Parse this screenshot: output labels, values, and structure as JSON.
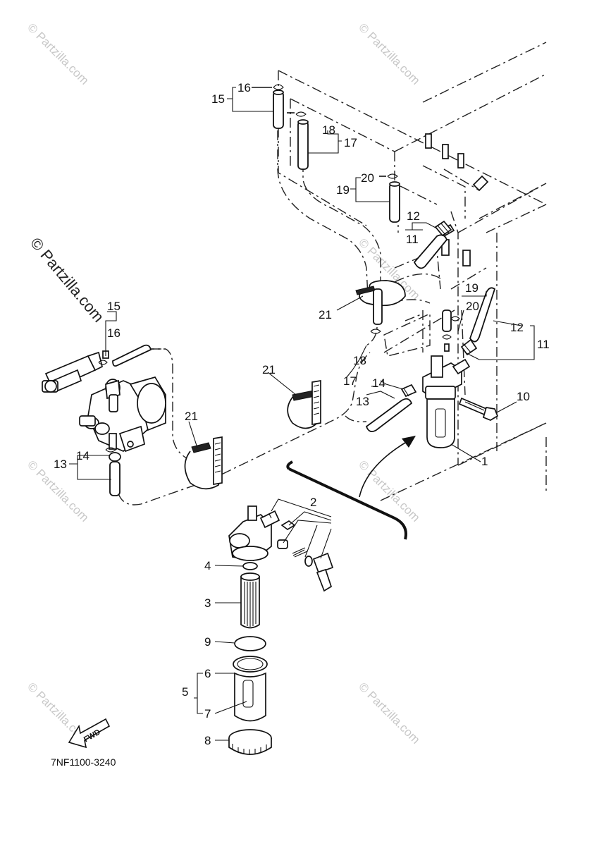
{
  "diagram_code": "7NF1100-3240",
  "fwd_label": "FWD",
  "watermark": "© Partzilla.com",
  "callouts": {
    "c1": "1",
    "c2": "2",
    "c3": "3",
    "c4": "4",
    "c5": "5",
    "c6": "6",
    "c7": "7",
    "c8": "8",
    "c9": "9",
    "c10": "10",
    "c11a": "11",
    "c11b": "11",
    "c12a": "12",
    "c12b": "12",
    "c13a": "13",
    "c13b": "13",
    "c14a": "14",
    "c14b": "14",
    "c15a": "15",
    "c15b": "15",
    "c16a": "16",
    "c16b": "16",
    "c17a": "17",
    "c17b": "17",
    "c18a": "18",
    "c18b": "18",
    "c19a": "19",
    "c19b": "19",
    "c20a": "20",
    "c20b": "20",
    "c21a": "21",
    "c21b": "21",
    "c21c": "21"
  }
}
